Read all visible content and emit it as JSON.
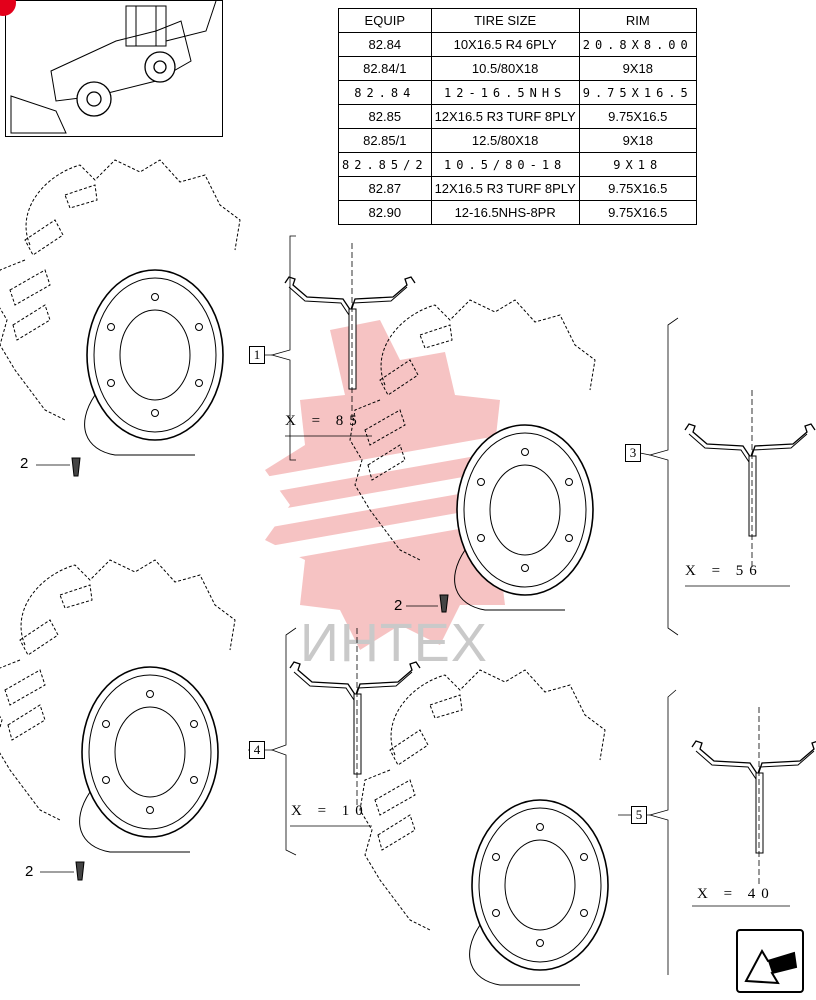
{
  "table": {
    "headers": [
      "EQUIP",
      "TIRE SIZE",
      "RIM"
    ],
    "rows": [
      {
        "equip": "82.84",
        "tire": "10X16.5 R4 6PLY",
        "rim": "20.8X8.00",
        "mono_rim": true
      },
      {
        "equip": "82.84/1",
        "tire": "10.5/80X18",
        "rim": "9X18"
      },
      {
        "equip": "82.84",
        "tire": "12-16.5NHS",
        "rim": "9.75X16.5",
        "mono_all": true
      },
      {
        "equip": "82.85",
        "tire": "12X16.5 R3 TURF 8PLY",
        "rim": "9.75X16.5"
      },
      {
        "equip": "82.85/1",
        "tire": "12.5/80X18",
        "rim": "9X18"
      },
      {
        "equip": "82.85/2",
        "tire": "10.5/80-18",
        "rim": "9X18",
        "mono_all": true
      },
      {
        "equip": "82.87",
        "tire": "12X16.5 R3 TURF 8PLY",
        "rim": "9.75X16.5"
      },
      {
        "equip": "82.90",
        "tire": "12-16.5NHS-8PR",
        "rim": "9.75X16.5"
      }
    ]
  },
  "callouts": {
    "c1": "1",
    "c3": "3",
    "c4": "4",
    "c5": "5",
    "valve_a": "2",
    "valve_b": "2",
    "valve_c": "2"
  },
  "offsets": {
    "o1": "X = 85",
    "o3": "X = 56",
    "o4": "X = 10",
    "o5": "X = 40"
  },
  "watermark": "ИНТЕХ",
  "colors": {
    "watermark": "#f2b5b5",
    "accent": "#e3001b"
  },
  "icons": {
    "nav": "next-page-arrow-icon"
  }
}
